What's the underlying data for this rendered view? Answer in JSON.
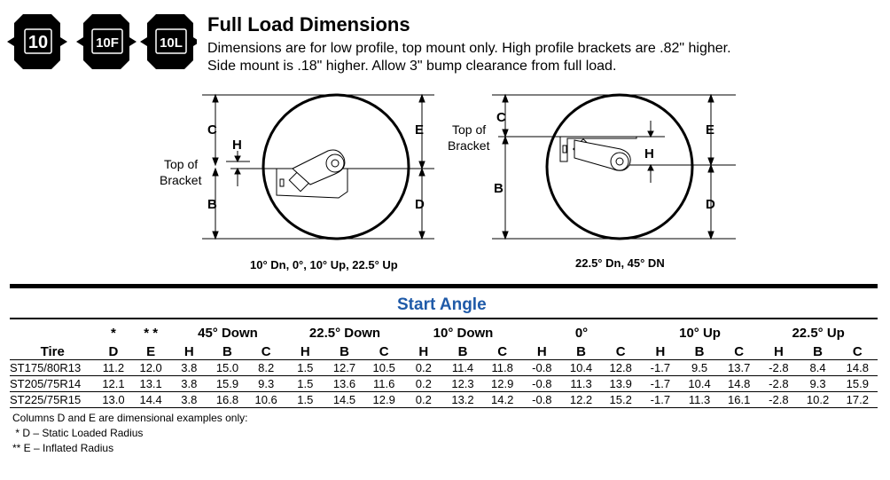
{
  "badges": [
    "10",
    "10F",
    "10L"
  ],
  "title": "Full Load Dimensions",
  "description": [
    "Dimensions are for low profile, top mount only. High profile brackets are .82\" higher.",
    "Side mount is .18\" higher. Allow 3\" bump clearance from full load."
  ],
  "diagram": {
    "left": {
      "labels": {
        "C": "C",
        "H": "H",
        "B": "B",
        "E": "E",
        "D": "D"
      },
      "bracket_label_1": "Top of",
      "bracket_label_2": "Bracket",
      "caption": "10° Dn, 0°, 10° Up, 22.5° Up"
    },
    "right": {
      "labels": {
        "C": "C",
        "H": "H",
        "B": "B",
        "E": "E",
        "D": "D"
      },
      "bracket_label_1": "Top of",
      "bracket_label_2": "Bracket",
      "caption": "22.5° Dn, 45° DN"
    }
  },
  "table": {
    "title": "Start Angle",
    "marks": {
      "D": "*",
      "E": "* *"
    },
    "groups": [
      "45° Down",
      "22.5° Down",
      "10° Down",
      "0°",
      "10° Up",
      "22.5° Up"
    ],
    "columns": [
      "Tire",
      "D",
      "E",
      "H",
      "B",
      "C",
      "H",
      "B",
      "C",
      "H",
      "B",
      "C",
      "H",
      "B",
      "C",
      "H",
      "B",
      "C",
      "H",
      "B",
      "C"
    ],
    "rows": [
      [
        "ST175/80R13",
        "11.2",
        "12.0",
        "3.8",
        "15.0",
        "8.2",
        "1.5",
        "12.7",
        "10.5",
        "0.2",
        "11.4",
        "11.8",
        "-0.8",
        "10.4",
        "12.8",
        "-1.7",
        "9.5",
        "13.7",
        "-2.8",
        "8.4",
        "14.8"
      ],
      [
        "ST205/75R14",
        "12.1",
        "13.1",
        "3.8",
        "15.9",
        "9.3",
        "1.5",
        "13.6",
        "11.6",
        "0.2",
        "12.3",
        "12.9",
        "-0.8",
        "11.3",
        "13.9",
        "-1.7",
        "10.4",
        "14.8",
        "-2.8",
        "9.3",
        "15.9"
      ],
      [
        "ST225/75R15",
        "13.0",
        "14.4",
        "3.8",
        "16.8",
        "10.6",
        "1.5",
        "14.5",
        "12.9",
        "0.2",
        "13.2",
        "14.2",
        "-0.8",
        "12.2",
        "15.2",
        "-1.7",
        "11.3",
        "16.1",
        "-2.8",
        "10.2",
        "17.2"
      ]
    ]
  },
  "notes": [
    "Columns D and E are dimensional examples only:",
    " * D – Static Loaded Radius",
    "** E – Inflated Radius"
  ]
}
